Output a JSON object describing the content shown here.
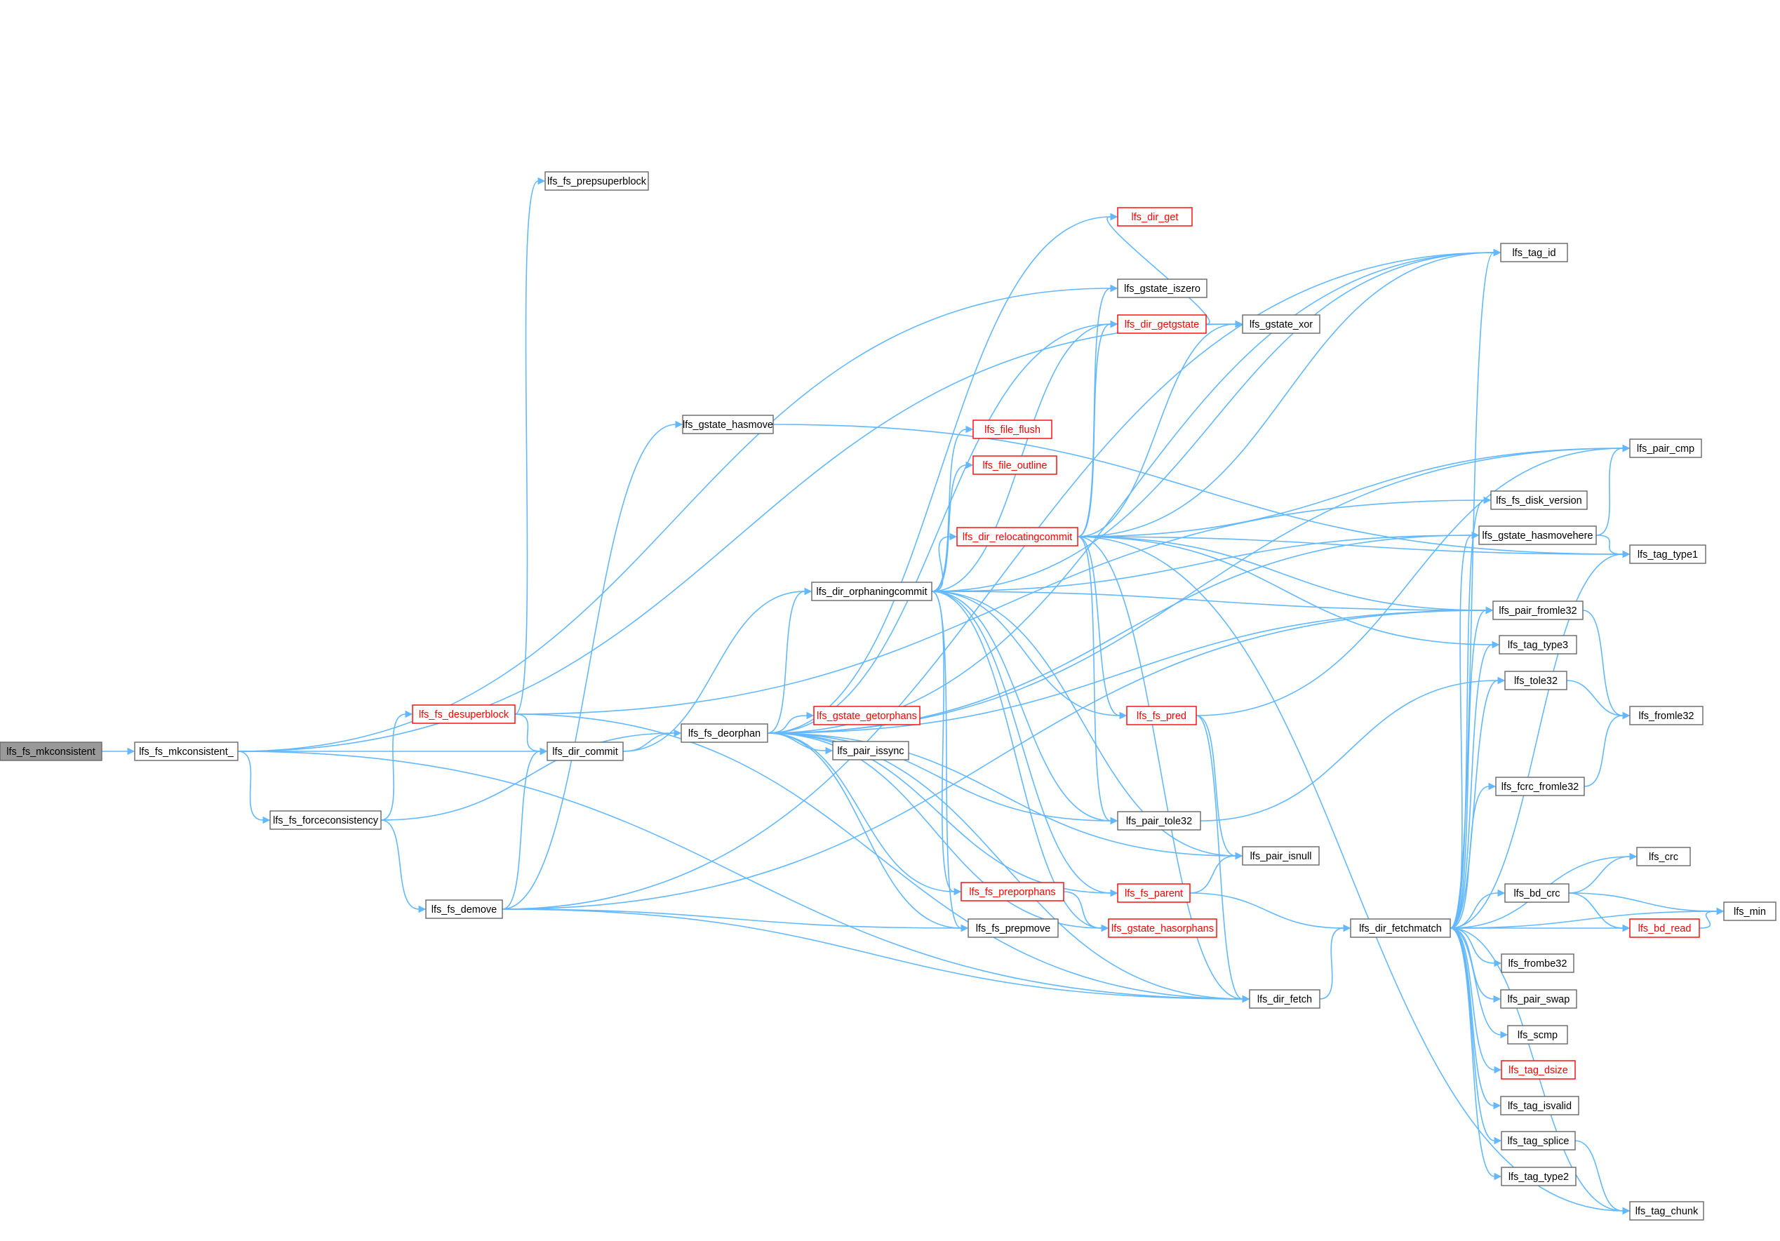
{
  "nodes": [
    {
      "id": "mkconsistent",
      "label": "lfs_fs_mkconsistent",
      "style": "root"
    },
    {
      "id": "mkconsistent_",
      "label": "lfs_fs_mkconsistent_",
      "style": "normal"
    },
    {
      "id": "prepsuperblock",
      "label": "lfs_fs_prepsuperblock",
      "style": "normal"
    },
    {
      "id": "desuperblock",
      "label": "lfs_fs_desuperblock",
      "style": "red"
    },
    {
      "id": "forceconsistency",
      "label": "lfs_fs_forceconsistency",
      "style": "normal"
    },
    {
      "id": "demove",
      "label": "lfs_fs_demove",
      "style": "normal"
    },
    {
      "id": "dir_commit",
      "label": "lfs_dir_commit",
      "style": "normal"
    },
    {
      "id": "gstate_hasmove",
      "label": "lfs_gstate_hasmove",
      "style": "normal"
    },
    {
      "id": "deorphan",
      "label": "lfs_fs_deorphan",
      "style": "normal"
    },
    {
      "id": "gstate_getorphans",
      "label": "lfs_gstate_getorphans",
      "style": "red"
    },
    {
      "id": "pair_issync",
      "label": "lfs_pair_issync",
      "style": "normal"
    },
    {
      "id": "dir_orphaningcommit",
      "label": "lfs_dir_orphaningcommit",
      "style": "normal"
    },
    {
      "id": "file_flush",
      "label": "lfs_file_flush",
      "style": "red"
    },
    {
      "id": "file_outline",
      "label": "lfs_file_outline",
      "style": "red"
    },
    {
      "id": "dir_relocatingcommit",
      "label": "lfs_dir_relocatingcommit",
      "style": "red"
    },
    {
      "id": "dir_get",
      "label": "lfs_dir_get",
      "style": "red"
    },
    {
      "id": "gstate_iszero",
      "label": "lfs_gstate_iszero",
      "style": "normal"
    },
    {
      "id": "dir_getgstate",
      "label": "lfs_dir_getgstate",
      "style": "red"
    },
    {
      "id": "gstate_xor",
      "label": "lfs_gstate_xor",
      "style": "normal"
    },
    {
      "id": "fs_pred",
      "label": "lfs_fs_pred",
      "style": "red"
    },
    {
      "id": "pair_tole32",
      "label": "lfs_pair_tole32",
      "style": "normal"
    },
    {
      "id": "pair_isnull",
      "label": "lfs_pair_isnull",
      "style": "normal"
    },
    {
      "id": "fs_parent",
      "label": "lfs_fs_parent",
      "style": "red"
    },
    {
      "id": "fs_preporphans",
      "label": "lfs_fs_preporphans",
      "style": "red"
    },
    {
      "id": "fs_prepmove",
      "label": "lfs_fs_prepmove",
      "style": "normal"
    },
    {
      "id": "gstate_hasorphans",
      "label": "lfs_gstate_hasorphans",
      "style": "red"
    },
    {
      "id": "dir_fetch",
      "label": "lfs_dir_fetch",
      "style": "normal"
    },
    {
      "id": "dir_fetchmatch",
      "label": "lfs_dir_fetchmatch",
      "style": "normal"
    },
    {
      "id": "tag_id",
      "label": "lfs_tag_id",
      "style": "normal"
    },
    {
      "id": "pair_cmp",
      "label": "lfs_pair_cmp",
      "style": "normal"
    },
    {
      "id": "fs_disk_version",
      "label": "lfs_fs_disk_version",
      "style": "normal"
    },
    {
      "id": "gstate_hasmovehere",
      "label": "lfs_gstate_hasmovehere",
      "style": "normal"
    },
    {
      "id": "tag_type1",
      "label": "lfs_tag_type1",
      "style": "normal"
    },
    {
      "id": "pair_fromle32",
      "label": "lfs_pair_fromle32",
      "style": "normal"
    },
    {
      "id": "tag_type3",
      "label": "lfs_tag_type3",
      "style": "normal"
    },
    {
      "id": "tole32",
      "label": "lfs_tole32",
      "style": "normal"
    },
    {
      "id": "fromle32",
      "label": "lfs_fromle32",
      "style": "normal"
    },
    {
      "id": "fcrc_fromle32",
      "label": "lfs_fcrc_fromle32",
      "style": "normal"
    },
    {
      "id": "crc",
      "label": "lfs_crc",
      "style": "normal"
    },
    {
      "id": "bd_crc",
      "label": "lfs_bd_crc",
      "style": "normal"
    },
    {
      "id": "min",
      "label": "lfs_min",
      "style": "normal"
    },
    {
      "id": "bd_read",
      "label": "lfs_bd_read",
      "style": "red"
    },
    {
      "id": "frombe32",
      "label": "lfs_frombe32",
      "style": "normal"
    },
    {
      "id": "pair_swap",
      "label": "lfs_pair_swap",
      "style": "normal"
    },
    {
      "id": "scmp",
      "label": "lfs_scmp",
      "style": "normal"
    },
    {
      "id": "tag_dsize",
      "label": "lfs_tag_dsize",
      "style": "red"
    },
    {
      "id": "tag_isvalid",
      "label": "lfs_tag_isvalid",
      "style": "normal"
    },
    {
      "id": "tag_splice",
      "label": "lfs_tag_splice",
      "style": "normal"
    },
    {
      "id": "tag_type2",
      "label": "lfs_tag_type2",
      "style": "normal"
    },
    {
      "id": "tag_chunk",
      "label": "lfs_tag_chunk",
      "style": "normal"
    }
  ],
  "edges": [
    [
      "mkconsistent",
      "mkconsistent_"
    ],
    [
      "mkconsistent_",
      "dir_commit"
    ],
    [
      "mkconsistent_",
      "forceconsistency"
    ],
    [
      "mkconsistent_",
      "gstate_iszero"
    ],
    [
      "mkconsistent_",
      "gstate_xor"
    ],
    [
      "mkconsistent_",
      "dir_fetch"
    ],
    [
      "forceconsistency",
      "desuperblock"
    ],
    [
      "forceconsistency",
      "demove"
    ],
    [
      "forceconsistency",
      "deorphan"
    ],
    [
      "desuperblock",
      "prepsuperblock"
    ],
    [
      "desuperblock",
      "dir_commit"
    ],
    [
      "desuperblock",
      "dir_fetch"
    ],
    [
      "desuperblock",
      "fs_disk_version"
    ],
    [
      "demove",
      "dir_commit"
    ],
    [
      "demove",
      "gstate_hasmove"
    ],
    [
      "demove",
      "fs_prepmove"
    ],
    [
      "demove",
      "dir_fetch"
    ],
    [
      "demove",
      "pair_fromle32"
    ],
    [
      "demove",
      "tag_id"
    ],
    [
      "dir_commit",
      "deorphan"
    ],
    [
      "dir_commit",
      "dir_orphaningcommit"
    ],
    [
      "gstate_hasmove",
      "tag_type1"
    ],
    [
      "deorphan",
      "gstate_getorphans"
    ],
    [
      "deorphan",
      "pair_issync"
    ],
    [
      "deorphan",
      "dir_orphaningcommit"
    ],
    [
      "deorphan",
      "pair_tole32"
    ],
    [
      "deorphan",
      "fs_parent"
    ],
    [
      "deorphan",
      "fs_preporphans"
    ],
    [
      "deorphan",
      "fs_prepmove"
    ],
    [
      "deorphan",
      "gstate_hasorphans"
    ],
    [
      "deorphan",
      "dir_fetch"
    ],
    [
      "deorphan",
      "pair_isnull"
    ],
    [
      "deorphan",
      "pair_fromle32"
    ],
    [
      "deorphan",
      "dir_getgstate"
    ],
    [
      "deorphan",
      "dir_get"
    ],
    [
      "deorphan",
      "tag_id"
    ],
    [
      "deorphan",
      "pair_cmp"
    ],
    [
      "deorphan",
      "gstate_hasmovehere"
    ],
    [
      "dir_orphaningcommit",
      "file_flush"
    ],
    [
      "dir_orphaningcommit",
      "file_outline"
    ],
    [
      "dir_orphaningcommit",
      "dir_relocatingcommit"
    ],
    [
      "dir_orphaningcommit",
      "dir_getgstate"
    ],
    [
      "dir_orphaningcommit",
      "tag_id"
    ],
    [
      "dir_orphaningcommit",
      "pair_fromle32"
    ],
    [
      "dir_orphaningcommit",
      "fs_pred"
    ],
    [
      "dir_orphaningcommit",
      "pair_tole32"
    ],
    [
      "dir_orphaningcommit",
      "pair_isnull"
    ],
    [
      "dir_orphaningcommit",
      "fs_parent"
    ],
    [
      "dir_orphaningcommit",
      "fs_preporphans"
    ],
    [
      "dir_orphaningcommit",
      "fs_prepmove"
    ],
    [
      "dir_orphaningcommit",
      "gstate_hasorphans"
    ],
    [
      "dir_orphaningcommit",
      "gstate_hasmovehere"
    ],
    [
      "dir_relocatingcommit",
      "gstate_iszero"
    ],
    [
      "dir_relocatingcommit",
      "dir_getgstate"
    ],
    [
      "dir_relocatingcommit",
      "gstate_xor"
    ],
    [
      "dir_relocatingcommit",
      "tag_id"
    ],
    [
      "dir_relocatingcommit",
      "pair_cmp"
    ],
    [
      "dir_relocatingcommit",
      "tag_type1"
    ],
    [
      "dir_relocatingcommit",
      "pair_fromle32"
    ],
    [
      "dir_relocatingcommit",
      "tag_type3"
    ],
    [
      "dir_relocatingcommit",
      "fs_pred"
    ],
    [
      "dir_relocatingcommit",
      "pair_tole32"
    ],
    [
      "dir_relocatingcommit",
      "dir_fetch"
    ],
    [
      "dir_relocatingcommit",
      "tag_chunk"
    ],
    [
      "dir_getgstate",
      "dir_get"
    ],
    [
      "dir_getgstate",
      "gstate_xor"
    ],
    [
      "fs_pred",
      "pair_cmp"
    ],
    [
      "fs_pred",
      "pair_isnull"
    ],
    [
      "fs_pred",
      "dir_fetch"
    ],
    [
      "fs_parent",
      "pair_isnull"
    ],
    [
      "fs_parent",
      "dir_fetchmatch"
    ],
    [
      "fs_preporphans",
      "gstate_hasorphans"
    ],
    [
      "pair_tole32",
      "tole32"
    ],
    [
      "dir_fetch",
      "dir_fetchmatch"
    ],
    [
      "dir_fetchmatch",
      "tag_id"
    ],
    [
      "dir_fetchmatch",
      "fs_disk_version"
    ],
    [
      "dir_fetchmatch",
      "gstate_hasmovehere"
    ],
    [
      "dir_fetchmatch",
      "pair_fromle32"
    ],
    [
      "dir_fetchmatch",
      "tag_type3"
    ],
    [
      "dir_fetchmatch",
      "tole32"
    ],
    [
      "dir_fetchmatch",
      "tag_type1"
    ],
    [
      "dir_fetchmatch",
      "fcrc_fromle32"
    ],
    [
      "dir_fetchmatch",
      "crc"
    ],
    [
      "dir_fetchmatch",
      "bd_crc"
    ],
    [
      "dir_fetchmatch",
      "min"
    ],
    [
      "dir_fetchmatch",
      "bd_read"
    ],
    [
      "dir_fetchmatch",
      "frombe32"
    ],
    [
      "dir_fetchmatch",
      "pair_swap"
    ],
    [
      "dir_fetchmatch",
      "scmp"
    ],
    [
      "dir_fetchmatch",
      "tag_dsize"
    ],
    [
      "dir_fetchmatch",
      "tag_isvalid"
    ],
    [
      "dir_fetchmatch",
      "tag_splice"
    ],
    [
      "dir_fetchmatch",
      "tag_type2"
    ],
    [
      "dir_fetchmatch",
      "tag_chunk"
    ],
    [
      "gstate_hasmovehere",
      "pair_cmp"
    ],
    [
      "gstate_hasmovehere",
      "tag_type1"
    ],
    [
      "pair_fromle32",
      "fromle32"
    ],
    [
      "tole32",
      "fromle32"
    ],
    [
      "fcrc_fromle32",
      "fromle32"
    ],
    [
      "bd_crc",
      "crc"
    ],
    [
      "bd_crc",
      "min"
    ],
    [
      "bd_crc",
      "bd_read"
    ],
    [
      "bd_read",
      "min"
    ],
    [
      "tag_splice",
      "tag_chunk"
    ]
  ],
  "colors": {
    "edge": "#63b8ff",
    "root_fill": "#999999",
    "red_border": "#ff0000",
    "node_border": "#666666"
  }
}
